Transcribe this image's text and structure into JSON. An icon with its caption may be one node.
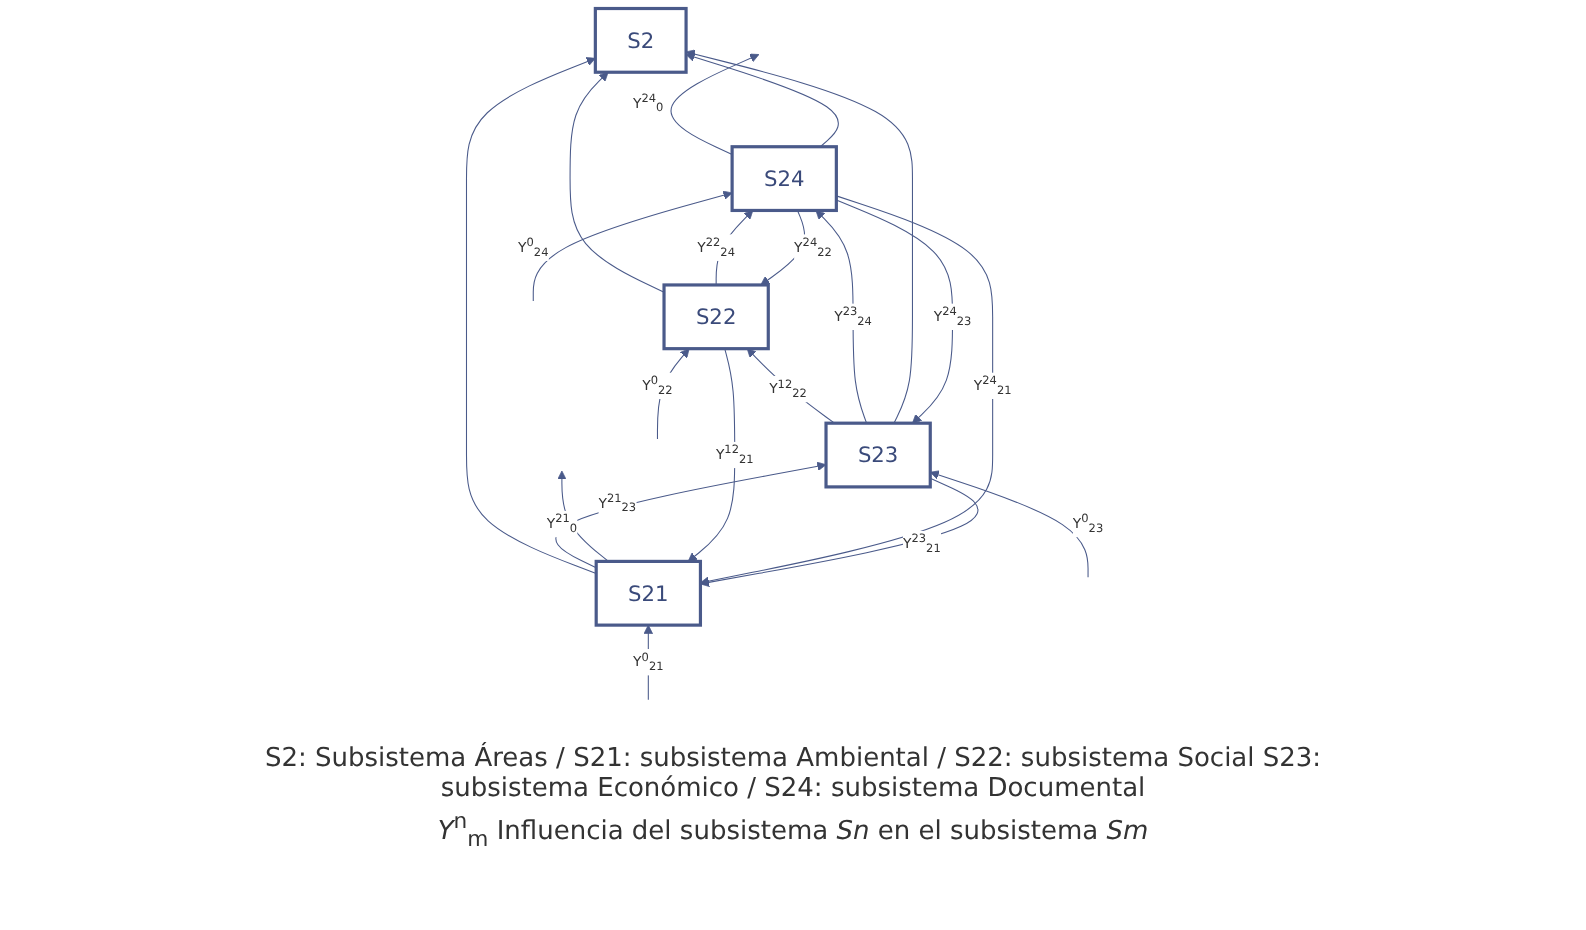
{
  "diagram": {
    "caption": "S2: Subsistema Áreas / S21: subsistema Ambiental / S22: subsistema Social S23: subsistema Económico / S24: subsistema Documental",
    "nodes": [
      {
        "text": [
          "S2"
        ]
      },
      {
        "text": [
          "S21"
        ]
      },
      {
        "text": [
          "S22"
        ]
      },
      {
        "text": [
          "S23"
        ]
      },
      {
        "text": [
          "S24"
        ]
      }
    ],
    "edges": [
      {
        "from": null,
        "to": 1,
        "arrow": "to",
        "label": "Y$^{0}$$_{21}$"
      },
      {
        "from": 2,
        "to": 1,
        "arrow": "to",
        "label": "Y$^{12}$$_{21}$"
      },
      {
        "from": 3,
        "to": 2,
        "arrow": "to",
        "label": "Y$^{12}$$_{22}$"
      },
      {
        "from": 3,
        "to": 4,
        "arrow": "to",
        "label": "Y$^{23}$$_{24}$"
      },
      {
        "from": 4,
        "to": 3,
        "arrow": "to",
        "label": "Y$^{24}$$_{23}$"
      },
      {
        "from": 4,
        "to": null,
        "arrow": "to",
        "label": "Y$^{24}$$_{0}$"
      },
      {
        "from": 1,
        "to": 0,
        "arrow": "to"
      },
      {
        "from": 2,
        "to": 0,
        "arrow": "to"
      },
      {
        "from": 3,
        "to": 0,
        "arrow": "to"
      },
      {
        "from": 4,
        "to": 0,
        "arrow": "to"
      },
      {
        "from": 1,
        "to": 3,
        "arrow": "to",
        "label": "Y$^{21}$$_{23}$"
      },
      {
        "from": 3,
        "to": 1,
        "arrow": "to",
        "label": "Y$^{23}$$_{21}$"
      },
      {
        "from": 4,
        "to": 1,
        "arrow": "to",
        "label": "Y$^{24}$$_{21}$"
      },
      {
        "from": 2,
        "to": 4,
        "arrow": "to",
        "label": "Y$^{22}$$_{24}$"
      },
      {
        "from": 4,
        "to": 2,
        "arrow": "to",
        "label": "Y$^{24}$$_{22}$"
      },
      {
        "from": 1,
        "to": null,
        "arrow": "to",
        "label": "Y$^{21}$$_{0}$"
      },
      {
        "from": null,
        "to": 2,
        "arrow": "to",
        "label": "Y$^{0}$$_{22}$"
      },
      {
        "from": null,
        "to": 3,
        "arrow": "to",
        "label": "Y$^{0}$$_{23}$"
      },
      {
        "from": null,
        "to": 4,
        "arrow": "to",
        "label": "Y$^{0}$$_{24}$"
      }
    ],
    "labels": [
      "*Y*$^{n}$$_{m}$ Influencia del subsistema *Sn* en el subsistema *Sm*"
    ]
  }
}
